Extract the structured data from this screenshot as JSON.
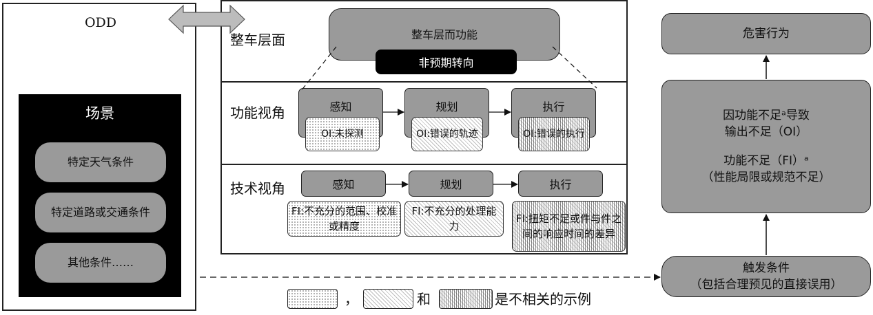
{
  "odd": {
    "title": "ODD",
    "scenario_title": "场景",
    "conditions": [
      "特定天气条件",
      "特定道路或交通条件",
      "其他条件……"
    ]
  },
  "levels": {
    "vehicle": "整车层面",
    "functional": "功能视角",
    "technical": "技术视角"
  },
  "vehicle_function": "整车层而功能",
  "unexpected_steering": "非预期转向",
  "functional_row": {
    "stages": [
      "感知",
      "规划",
      "执行"
    ],
    "outputs": [
      "OI:未探测",
      "OI:错误的轨迹",
      "OI:错误的执行"
    ]
  },
  "technical_row": {
    "stages": [
      "感知",
      "规划",
      "执行"
    ],
    "insufficiencies": [
      "FI:不充分的范围、校准或精度",
      "FI:不充分的处理能力",
      "FI:扭矩不足或件与件之间的响应时间的差异"
    ]
  },
  "right": {
    "hazard": "危害行为",
    "cause_line1": "因功能不足ᵃ导致",
    "cause_line2": "输出不足（OI）",
    "fi_line1": "功能不足（FI）ᵃ",
    "fi_line2": "（性能局限或规范不足）",
    "trigger_line1": "触发条件",
    "trigger_line2": "（包括合理预见的直接误用）"
  },
  "legend": {
    "sep1": "，",
    "sep2": "和",
    "suffix": "是不相关的示例"
  },
  "colors": {
    "fill_gray": "#9a9a9a",
    "black": "#000000",
    "outline": "#222222"
  }
}
